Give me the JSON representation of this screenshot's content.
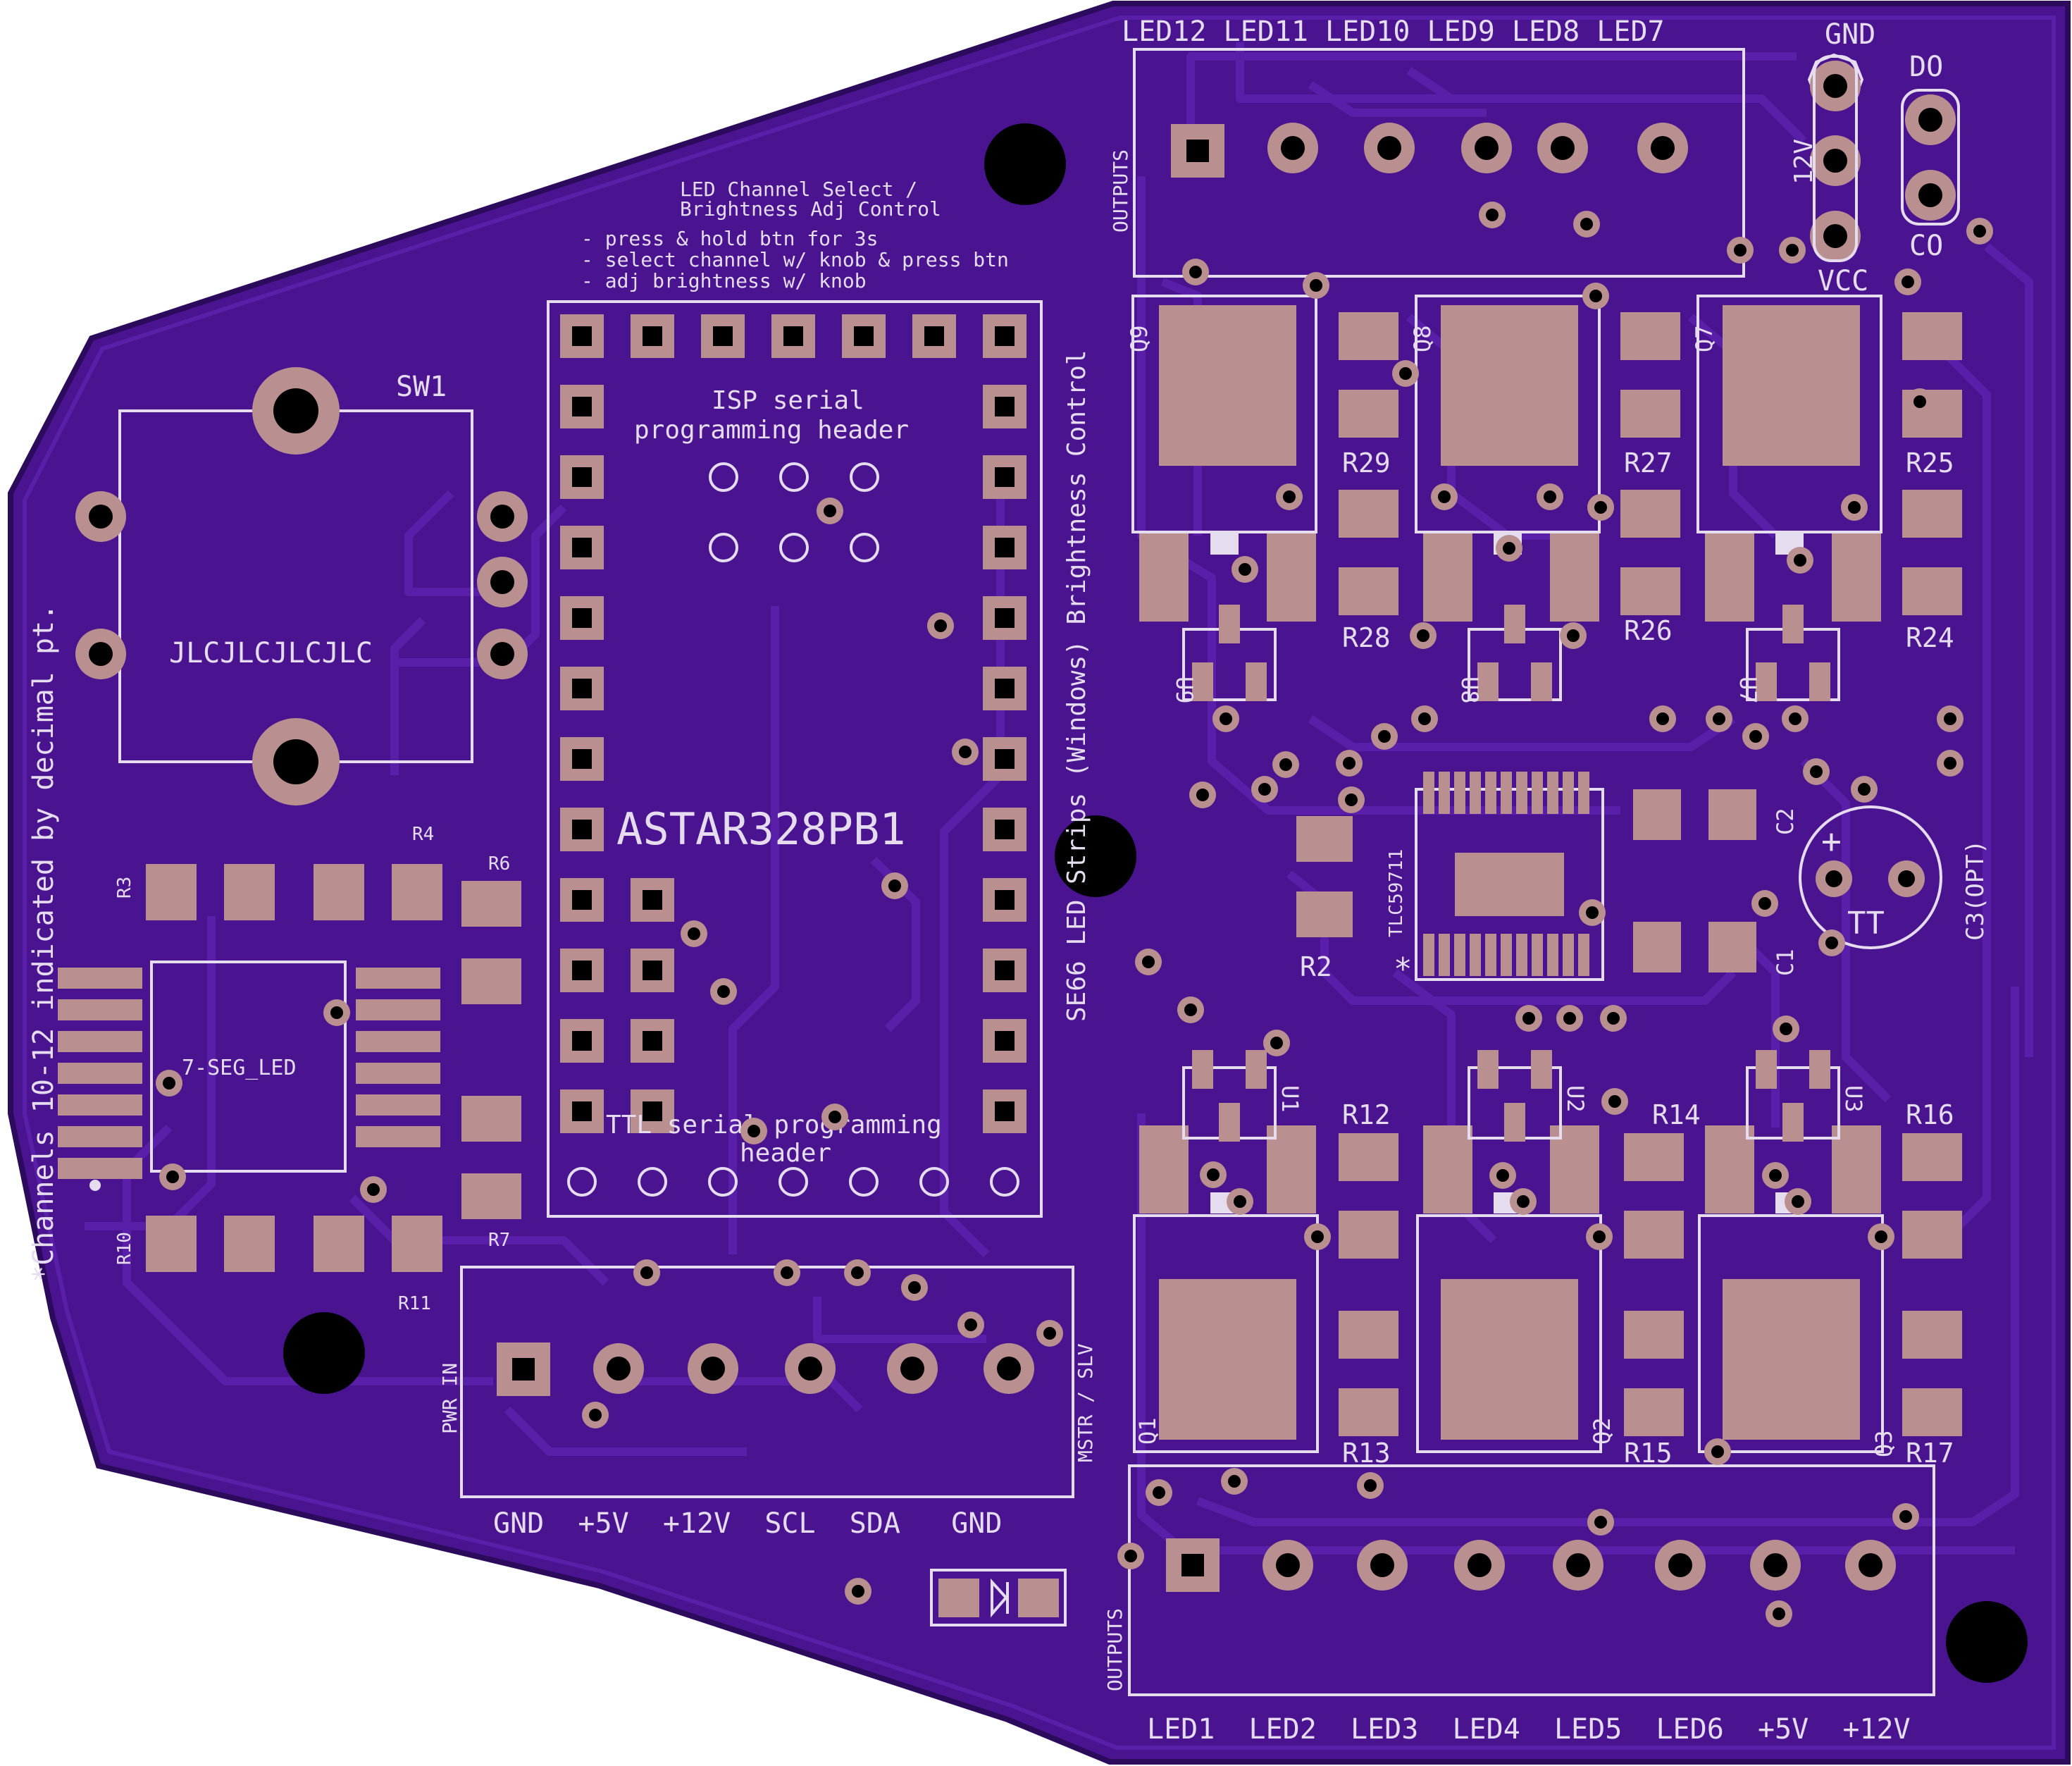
{
  "colors": {
    "board": "#4a1491",
    "board_edge": "#2c0a5c",
    "trace": "#5a1fa8",
    "copper": "#b9908f",
    "silk": "#e6dcf0",
    "drill": "#000000"
  },
  "labels": {
    "top_outputs_header": "LED12 LED11 LED10 LED9 LED8 LED7",
    "top_outputs_tag": "OUTPUTS",
    "isp_gnd": "GND",
    "isp_12v": "12V",
    "isp_vcc": "VCC",
    "isp_do": "DO",
    "isp_co": "CO",
    "instr_title_1": "LED Channel Select /",
    "instr_title_2": "Brightness Adj Control",
    "instr_1": "- press & hold btn for 3s",
    "instr_2": "- select channel w/ knob & press btn",
    "instr_3": "- adj brightness w/ knob",
    "sw1": "SW1",
    "encoder_body": "JLCJLCJLCJLC",
    "isp_header_1": "ISP serial",
    "isp_header_2": "programming header",
    "mcu": "ASTAR328PB1",
    "ttl_header_1": "TTL serial programming",
    "ttl_header_2": "header",
    "vertical_title": "SE66 LED Strips (Windows) Brightness Control",
    "side_note": "*Channels 10-12 indicated by decimal pt.",
    "seg_display": "7-SEG_LED",
    "r3": "R3",
    "r4": "R4",
    "r6": "R6",
    "r7": "R7",
    "r10": "R10",
    "r11": "R11",
    "pwr_in": "PWR_IN",
    "mstr_slv": "MSTR / SLV",
    "pwr_header": "GND  +5V  +12V  SCL  SDA   GND",
    "q9": "Q9",
    "q8": "Q8",
    "q7": "Q7",
    "q1": "Q1",
    "q2": "Q2",
    "q3": "Q3",
    "u9": "U9",
    "u8": "U8",
    "u7": "U7",
    "u1": "U1",
    "u2": "U2",
    "u3": "U3",
    "r29": "R29",
    "r28": "R28",
    "r27": "R27",
    "r26": "R26",
    "r25": "R25",
    "r24": "R24",
    "r12": "R12",
    "r13": "R13",
    "r14": "R14",
    "r15": "R15",
    "r16": "R16",
    "r17": "R17",
    "r2": "R2",
    "c1": "C1",
    "c2": "C2",
    "c3": "C3(OPT)",
    "driver_ic": "TLC59711",
    "asterisk": "*",
    "cap_plus": "+",
    "cap_tt": "TT",
    "bottom_outputs_tag": "OUTPUTS",
    "bottom_outputs_header": "LED1  LED2  LED3  LED4  LED5  LED6  +5V  +12V"
  }
}
